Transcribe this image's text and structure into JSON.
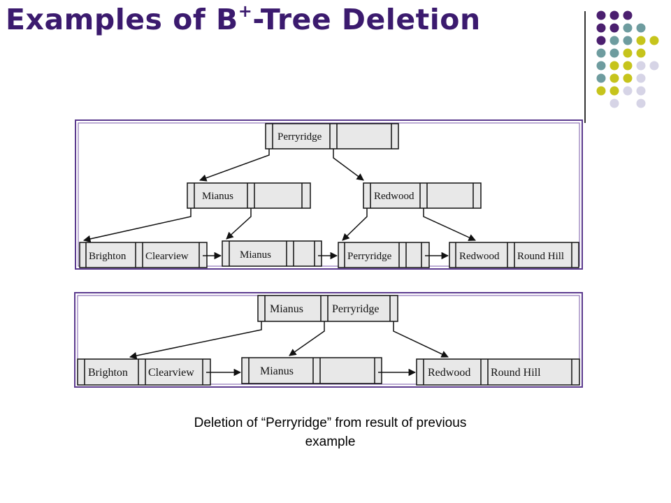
{
  "slide": {
    "title_main": "Examples of B",
    "title_sup": "+",
    "title_rest": "-Tree Deletion",
    "caption_line1": "Deletion of “Perryridge” from result of previous",
    "caption_line2": "example"
  },
  "top_tree": {
    "root": [
      "Perryridge",
      ""
    ],
    "level1": [
      [
        "Mianus",
        ""
      ],
      [
        "Redwood",
        ""
      ]
    ],
    "leaves": [
      [
        "Brighton",
        "Clearview"
      ],
      [
        "Mianus",
        ""
      ],
      [
        "Perryridge",
        ""
      ],
      [
        "Redwood",
        "Round Hill"
      ]
    ]
  },
  "bottom_tree": {
    "root": [
      "Mianus",
      "Perryridge"
    ],
    "leaves": [
      [
        "Brighton",
        "Clearview"
      ],
      [
        "Mianus",
        ""
      ],
      [
        "Redwood",
        "Round Hill"
      ]
    ]
  },
  "colors": {
    "title": "#3b1a6e",
    "panel_border": "#5b3a8e",
    "node_fill": "#e8e8e8",
    "dot_purple": "#4b1f6f",
    "dot_teal": "#6e9c9f",
    "dot_olive": "#c6c41c",
    "dot_lavender": "#d6d4e6"
  }
}
